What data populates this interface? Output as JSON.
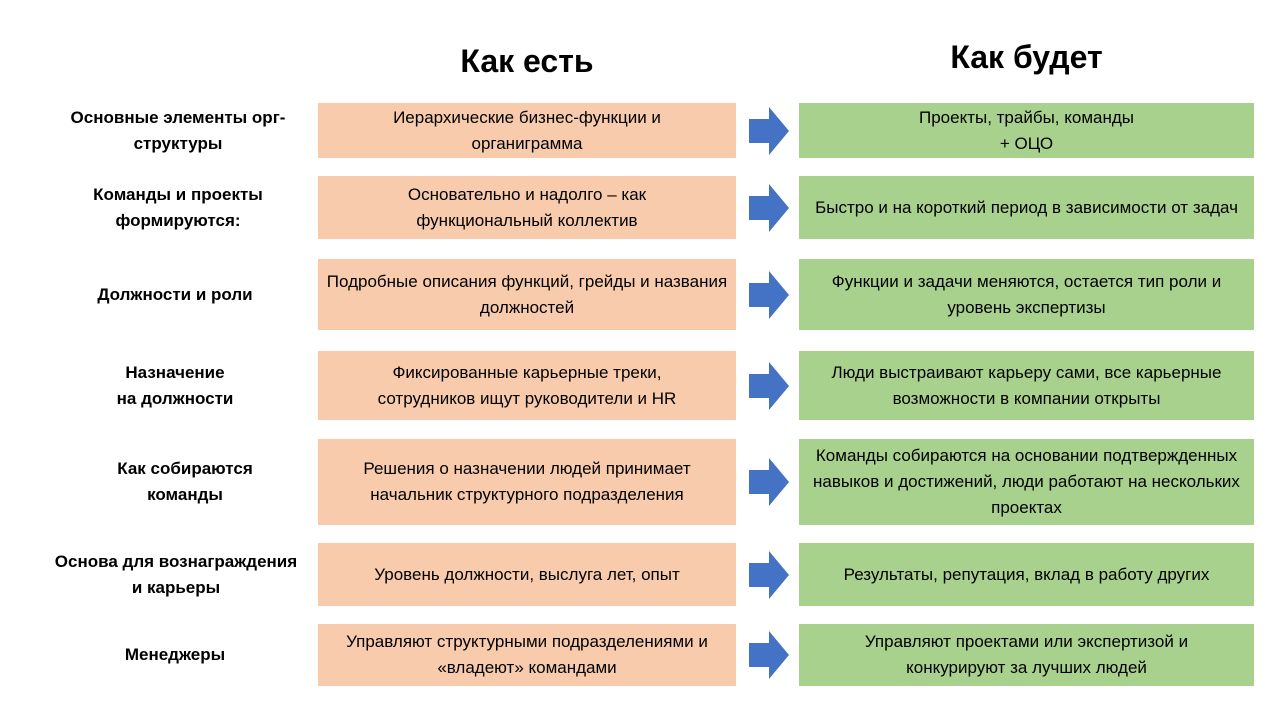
{
  "headers": {
    "as_is": "Как есть",
    "to_be": "Как будет"
  },
  "colors": {
    "as_is_fill": "#f8cbad",
    "to_be_fill": "#a9d18e",
    "arrow_fill": "#4472c4"
  },
  "rows": [
    {
      "label": "Основные элементы орг-структуры",
      "as_is": "Иерархические бизнес-функции и органиграмма",
      "to_be": "Проекты, трайбы, команды\n+ ОЦО"
    },
    {
      "label": "Команды и проекты формируются:",
      "as_is": "Основательно и надолго – как функциональный коллектив",
      "to_be": "Быстро и на короткий период в зависимости от задач"
    },
    {
      "label": "Должности и роли",
      "as_is": "Подробные описания функций, грейды и названия должностей",
      "to_be": "Функции и задачи меняются, остается тип роли и уровень экспертизы"
    },
    {
      "label": "Назначение\nна должности",
      "as_is": "Фиксированные карьерные треки, сотрудников ищут руководители и HR",
      "to_be": "Люди выстраивают карьеру сами, все карьерные возможности в компании открыты"
    },
    {
      "label": "Как собираются команды",
      "as_is": "Решения о назначении людей принимает начальник структурного подразделения",
      "to_be": "Команды собираются на основании подтвержденных навыков и достижений, люди работают на нескольких проектах"
    },
    {
      "label": "Основа для вознаграждения и карьеры",
      "as_is": "Уровень должности, выслуга лет, опыт",
      "to_be": "Результаты, репутация, вклад в работу других"
    },
    {
      "label": "Менеджеры",
      "as_is": "Управляют структурными подразделениями и «владеют» командами",
      "to_be": "Управляют проектами или экспертизой и конкурируют за лучших людей"
    }
  ]
}
